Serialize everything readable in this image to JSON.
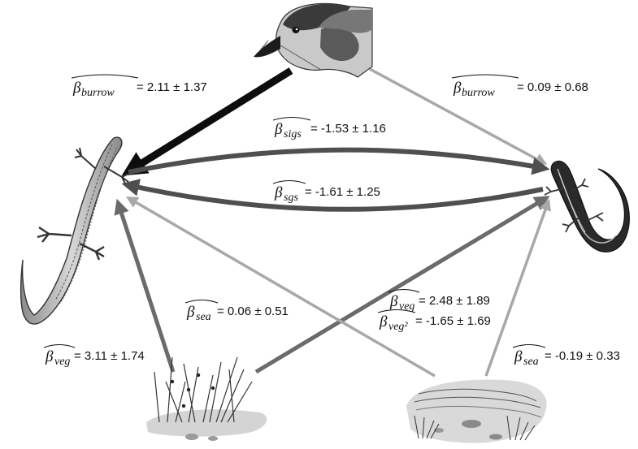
{
  "nodes": {
    "bird": "petrel-icon",
    "skink_left": "skink-icon",
    "skink_right": "striped-skink-icon",
    "vegetation": "grass-icon",
    "sea": "seashore-icon"
  },
  "colors": {
    "black": "#0d0d0d",
    "dark": "#4f4f4f",
    "mid": "#6b6b6b",
    "light": "#a8a8a8"
  },
  "labels": {
    "burrow_left": {
      "symbol": "β",
      "sub": "burrow",
      "value": " = 2.11 ± 1.37"
    },
    "burrow_right": {
      "symbol": "β",
      "sub": "burrow",
      "value": " = 0.09 ± 0.68"
    },
    "sigs": {
      "symbol": "β",
      "sub": "sigs",
      "value": " = -1.53 ± 1.16"
    },
    "sgs": {
      "symbol": "β",
      "sub": "sgs",
      "value": " = -1.61 ± 1.25"
    },
    "sea_left": {
      "symbol": "β",
      "sub": "sea",
      "value": " = 0.06 ± 0.51"
    },
    "veg_right": {
      "symbol": "β",
      "sub": "veg",
      "value": " = 2.48 ± 1.89"
    },
    "veg2_right": {
      "symbol": "β",
      "sub": "veg²",
      "value": " = -1.65 ± 1.69"
    },
    "veg_left": {
      "symbol": "β",
      "sub": "veg",
      "value": " = 3.11 ± 1.74"
    },
    "sea_right": {
      "symbol": "β",
      "sub": "sea",
      "value": " = -0.19 ± 0.33"
    }
  }
}
